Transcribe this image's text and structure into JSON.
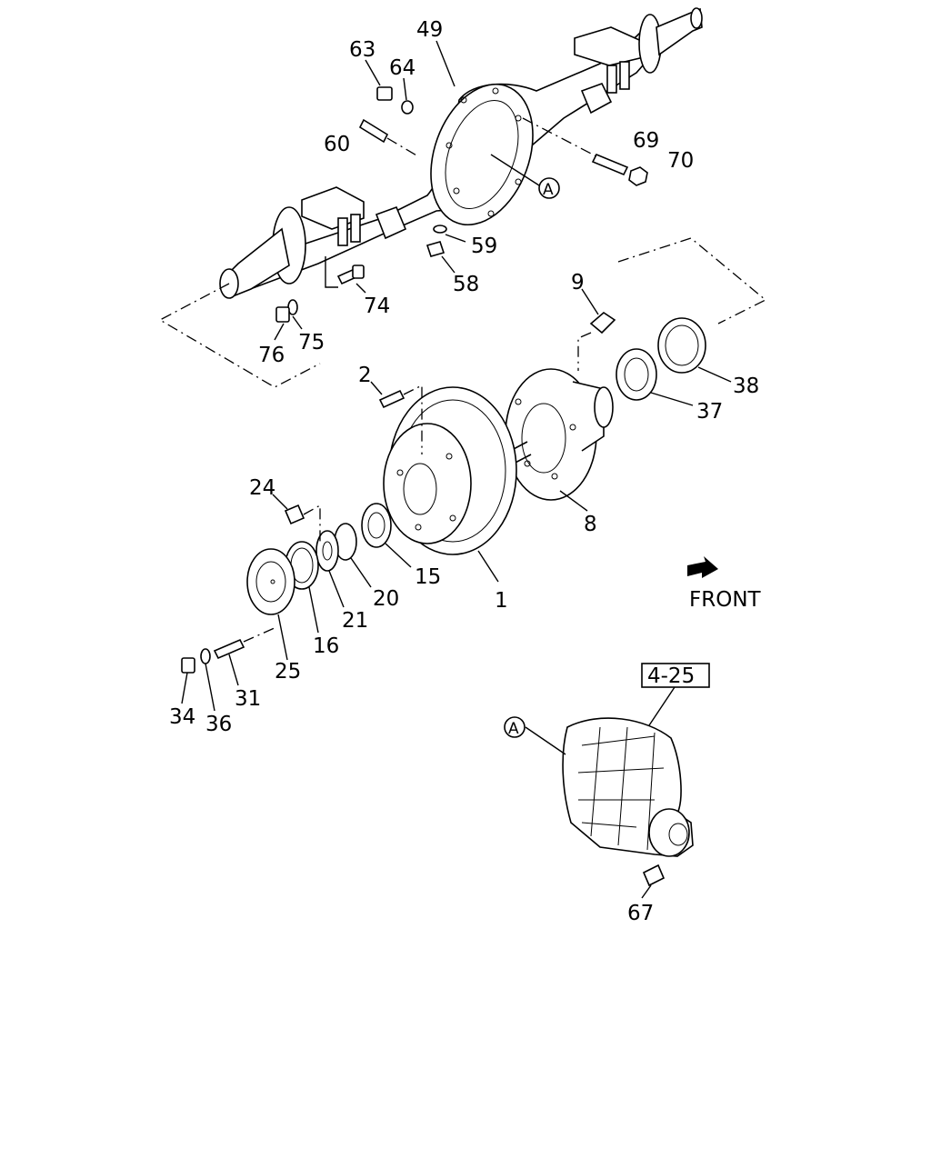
{
  "labels": {
    "p1": "1",
    "p2": "2",
    "p8": "8",
    "p9": "9",
    "p15": "15",
    "p16": "16",
    "p20": "20",
    "p21": "21",
    "p24": "24",
    "p25": "25",
    "p31": "31",
    "p34": "34",
    "p36": "36",
    "p37": "37",
    "p38": "38",
    "p49": "49",
    "p58": "58",
    "p59": "59",
    "p60": "60",
    "p63": "63",
    "p64": "64",
    "p67": "67",
    "p69": "69",
    "p70": "70",
    "p74": "74",
    "p75": "75",
    "p76": "76"
  },
  "front_label": "FRONT",
  "ref_box": "4-25",
  "callout_a": "A"
}
